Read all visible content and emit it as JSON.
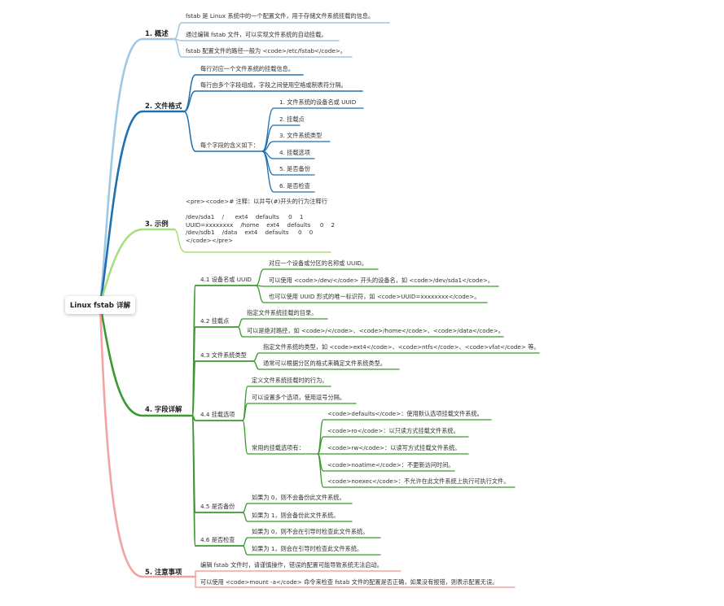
{
  "root": "Linux fstab 详解",
  "colors": {
    "overview": "#9ec8e3",
    "format": "#1f6fae",
    "example": "#a6df7c",
    "fields": "#3a9a2f",
    "notes": "#f3a3a3"
  },
  "overview": {
    "title": "1. 概述",
    "items": [
      "fstab 是 Linux 系统中的一个配置文件，用于存储文件系统挂载的信息。",
      "通过编辑 fstab 文件，可以实现文件系统的自动挂载。",
      "fstab 配置文件的路径一般为 <code>/etc/fstab</code>。"
    ]
  },
  "format": {
    "title": "2. 文件格式",
    "items": [
      "每行对应一个文件系统的挂载信息。",
      "每行由多个字段组成，字段之间使用空格或制表符分隔。"
    ],
    "fields_label": "每个字段的含义如下：",
    "fields": [
      "1. 文件系统的设备名或 UUID",
      "2. 挂载点",
      "3. 文件系统类型",
      "4. 挂载选项",
      "5. 是否备份",
      "6. 是否检查"
    ]
  },
  "example": {
    "title": "3. 示例",
    "lines": [
      "<pre><code># 注释：以井号(#)开头的行为注释行",
      "",
      "/dev/sda1    /      ext4    defaults     0    1",
      "UUID=xxxxxxxx    /home    ext4    defaults     0    2",
      "/dev/sdb1    /data    ext4    defaults     0    0",
      "</code></pre>"
    ]
  },
  "fields": {
    "title": "4. 字段详解",
    "f1": {
      "label": "4.1 设备名或 UUID",
      "items": [
        "对应一个设备或分区的名称或 UUID。",
        "可以使用 <code>/dev/</code> 开头的设备名，如 <code>/dev/sda1</code>。",
        "也可以使用 UUID 形式的唯一标识符，如 <code>UUID=xxxxxxxx</code>。"
      ]
    },
    "f2": {
      "label": "4.2 挂载点",
      "items": [
        "指定文件系统挂载的目录。",
        "可以是绝对路径，如 <code>/</code>、<code>/home</code>、<code>/data</code>。"
      ]
    },
    "f3": {
      "label": "4.3 文件系统类型",
      "items": [
        "指定文件系统的类型，如 <code>ext4</code>、<code>ntfs</code>、<code>vfat</code> 等。",
        "通常可以根据分区的格式来确定文件系统类型。"
      ]
    },
    "f4": {
      "label": "4.4 挂载选项",
      "items": [
        "定义文件系统挂载时的行为。",
        "可以设置多个选项，使用逗号分隔。"
      ],
      "common_label": "常用的挂载选项有：",
      "common": [
        "<code>defaults</code>：使用默认选项挂载文件系统。",
        "<code>ro</code>：以只读方式挂载文件系统。",
        "<code>rw</code>：以读写方式挂载文件系统。",
        "<code>noatime</code>：不更新访问时间。",
        "<code>noexec</code>：不允许在此文件系统上执行可执行文件。"
      ]
    },
    "f5": {
      "label": "4.5 是否备份",
      "items": [
        "如果为 0，则不会备份此文件系统。",
        "如果为 1，则会备份此文件系统。"
      ]
    },
    "f6": {
      "label": "4.6 是否检查",
      "items": [
        "如果为 0，则不会在引导时检查此文件系统。",
        "如果为 1，则会在引导时检查此文件系统。"
      ]
    }
  },
  "notes": {
    "title": "5. 注意事项",
    "items": [
      "编辑 fstab 文件时，请谨慎操作，错误的配置可能导致系统无法启动。",
      "可以使用 <code>mount -a</code> 命令来检查 fstab 文件的配置是否正确，如果没有报错，则表示配置无误。"
    ]
  }
}
